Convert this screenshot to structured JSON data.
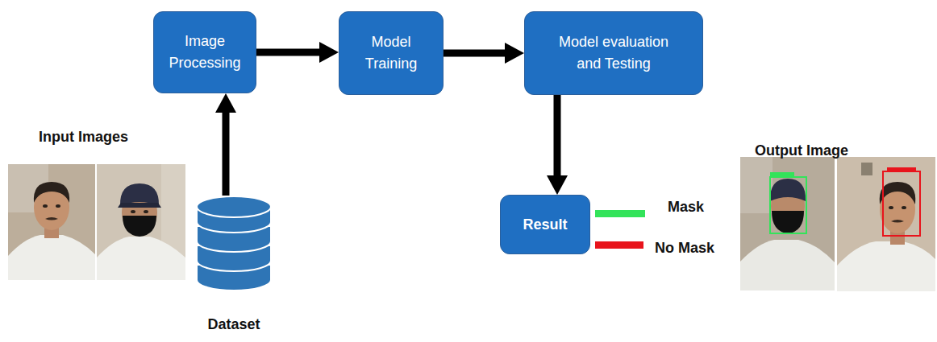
{
  "diagram": {
    "nodes": [
      {
        "text": [
          "Image Processing"
        ]
      },
      {
        "text": [
          "Model Training"
        ]
      },
      {
        "text": [
          "Model evaluation and Testing"
        ]
      },
      {
        "text": [
          "Dataset"
        ]
      },
      {
        "text": [
          "Result"
        ]
      }
    ],
    "edges": [
      {
        "from": 3,
        "to": 0,
        "arrow": "to"
      },
      {
        "from": 0,
        "to": 1,
        "arrow": "to"
      },
      {
        "from": 1,
        "to": 2,
        "arrow": "to"
      },
      {
        "from": 2,
        "to": 4,
        "arrow": "to"
      }
    ],
    "labels": [
      "Input Images",
      "Output Image"
    ],
    "legend": [
      {
        "text": "Mask",
        "color": "#33e35a"
      },
      {
        "text": "No Mask",
        "color": "#e8141c"
      }
    ]
  }
}
